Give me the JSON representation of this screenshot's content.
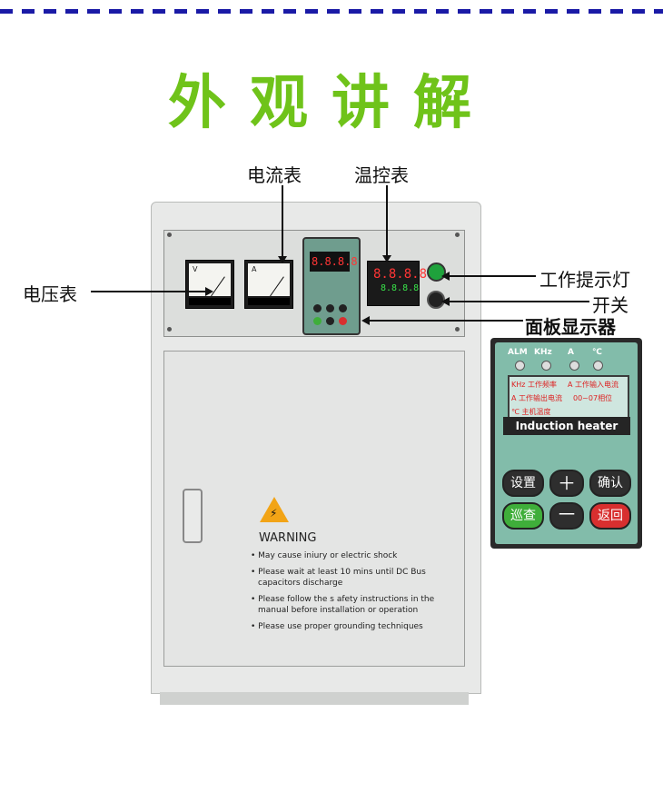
{
  "title": "外观讲解",
  "callouts": {
    "current_meter": "电流表",
    "temp_controller": "温控表",
    "voltage_meter": "电压表",
    "indicator_light": "工作提示灯",
    "switch": "开关",
    "panel_display": "面板显示器"
  },
  "meters": {
    "voltage_symbol": "V",
    "current_symbol": "A"
  },
  "inverter_display": "8.8.8.8",
  "temp_display_top": "8.8.8.8",
  "temp_display_bottom": "8.8.8.8",
  "warning": {
    "title": "WARNING",
    "lines": [
      "May cause iniury or electric shock",
      "Please wait at least 10 mins until DC Bus",
      "capacitors discharge",
      "Please follow the s afety instructions in the",
      "manual before installation or operation",
      "Please use proper grounding techniques"
    ]
  },
  "panel": {
    "leds": [
      "ALM",
      "KHz",
      "A",
      "℃"
    ],
    "screen_lines": [
      {
        "left": "KHz 工作频率",
        "right": "A 工作输入电流"
      },
      {
        "left": "A 工作输出电流",
        "right": "00~07相位"
      },
      {
        "left": "℃ 主机温度",
        "right": ""
      }
    ],
    "brand": "Induction heater",
    "buttons": {
      "set": "设置",
      "plus": "＋",
      "confirm": "确认",
      "patrol": "巡查",
      "minus": "一",
      "back": "返回"
    }
  },
  "colors": {
    "title": "#6fc31a",
    "dash": "#1a1aa6",
    "panel_body": "#82bcaa",
    "lamp": "#1fa23c"
  }
}
